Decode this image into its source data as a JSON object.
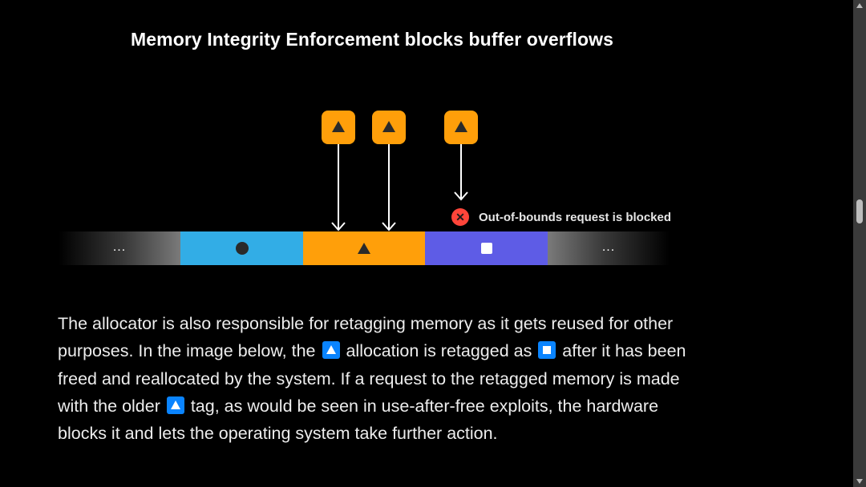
{
  "page": {
    "title": "Memory Integrity Enforcement blocks buffer overflows"
  },
  "diagram": {
    "request_icons": [
      "triangle-tag-icon",
      "triangle-tag-icon",
      "triangle-tag-icon"
    ],
    "blocked_label": "Out-of-bounds request is blocked",
    "blocked_icon": "x-circle-icon",
    "segments": [
      {
        "kind": "ellipsis",
        "label": "..."
      },
      {
        "kind": "circle-tag",
        "color": "#32ade6"
      },
      {
        "kind": "triangle-tag",
        "color": "#ff9f0a"
      },
      {
        "kind": "square-tag",
        "color": "#5e5ce6"
      },
      {
        "kind": "ellipsis",
        "label": "..."
      }
    ],
    "colors": {
      "orange": "#ff9f0a",
      "blue": "#32ade6",
      "purple": "#5e5ce6",
      "red": "#ff453a"
    }
  },
  "paragraph": {
    "part1": "The allocator is also responsible for retagging memory as it gets reused for other purposes. In the image below, the ",
    "part2": " allocation is retagged as ",
    "part3": " after it has been freed and reallocated by the system. If a request to the retagged memory is made with the older ",
    "part4": " tag, as would be seen in use-after-free exploits, the hardware blocks it and lets the operating system take further action."
  }
}
